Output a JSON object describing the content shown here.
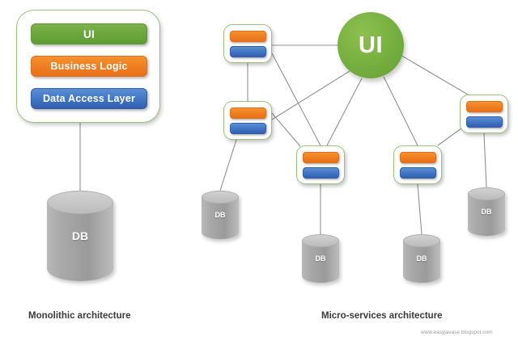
{
  "monolith": {
    "layers": [
      {
        "name": "ui",
        "label": "UI",
        "color": "#6aa63c"
      },
      {
        "name": "business-logic",
        "label": "Business Logic",
        "color": "#ef7d20"
      },
      {
        "name": "data-access-layer",
        "label": "Data Access Layer",
        "color": "#3f74c4"
      }
    ],
    "database": {
      "label": "DB"
    },
    "caption": "Monolithic architecture"
  },
  "microservices": {
    "ui_node": {
      "label": "UI",
      "color": "#79b241"
    },
    "services": [
      {
        "id": "service-1",
        "tiers": [
          "orange",
          "blue"
        ]
      },
      {
        "id": "service-2",
        "tiers": [
          "orange",
          "blue"
        ]
      },
      {
        "id": "service-3",
        "tiers": [
          "orange",
          "blue"
        ]
      },
      {
        "id": "service-4",
        "tiers": [
          "orange",
          "blue"
        ]
      },
      {
        "id": "service-5",
        "tiers": [
          "orange",
          "blue"
        ]
      }
    ],
    "databases": [
      {
        "id": "db-1",
        "label": "DB"
      },
      {
        "id": "db-2",
        "label": "DB"
      },
      {
        "id": "db-3",
        "label": "DB"
      },
      {
        "id": "db-4",
        "label": "DB"
      }
    ],
    "caption": "Micro-services architecture"
  },
  "watermark": "www.easyjavase.blogspot.com",
  "colors": {
    "orange": "#ef7d20",
    "blue": "#3f74c4",
    "green": "#6aa63c",
    "node_border": "#9cbf7e",
    "edge": "#8f8f8f",
    "cylinder": "#a9a9a9"
  }
}
